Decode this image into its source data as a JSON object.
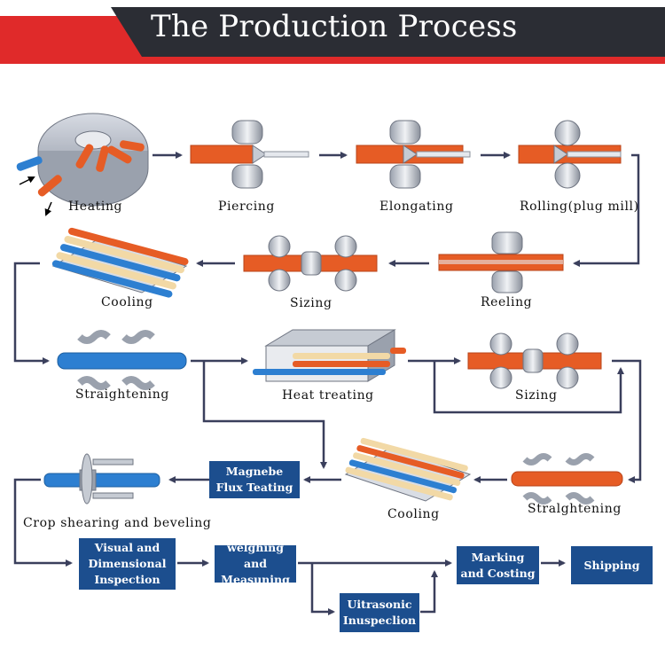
{
  "title": "The Production Process",
  "colors": {
    "steel_orange": "#e65c25",
    "steel_blue": "#2d7fd1",
    "box_blue": "#1c4e8e",
    "arrow": "#3a3f5c",
    "banner_dark": "#2b2d34",
    "banner_red": "#e02a2a"
  },
  "stages": {
    "heating": "Heating",
    "piercing": "Piercing",
    "elongating": "Elongating",
    "rolling": "Rolling(plug mill)",
    "reeling": "Reeling",
    "sizing_1": "Sizing",
    "cooling_1": "Cooling",
    "straightening_1": "Straightening",
    "heat_treating": "Heat treating",
    "sizing_2": "Sizing",
    "straightening_2": "Stralghtening",
    "cooling_2": "Cooling",
    "crop_shearing": "Crop shearing and beveling"
  },
  "boxes": {
    "magnetic": "Magnebe Flux Teating",
    "visual": "Visual and Dimensional Inspection",
    "weighing": "welghing and Measuning",
    "ultrasonic": "Uitrasonic Inuspeclion",
    "marking": "Marking and Costing",
    "shipping": "Shipping"
  }
}
